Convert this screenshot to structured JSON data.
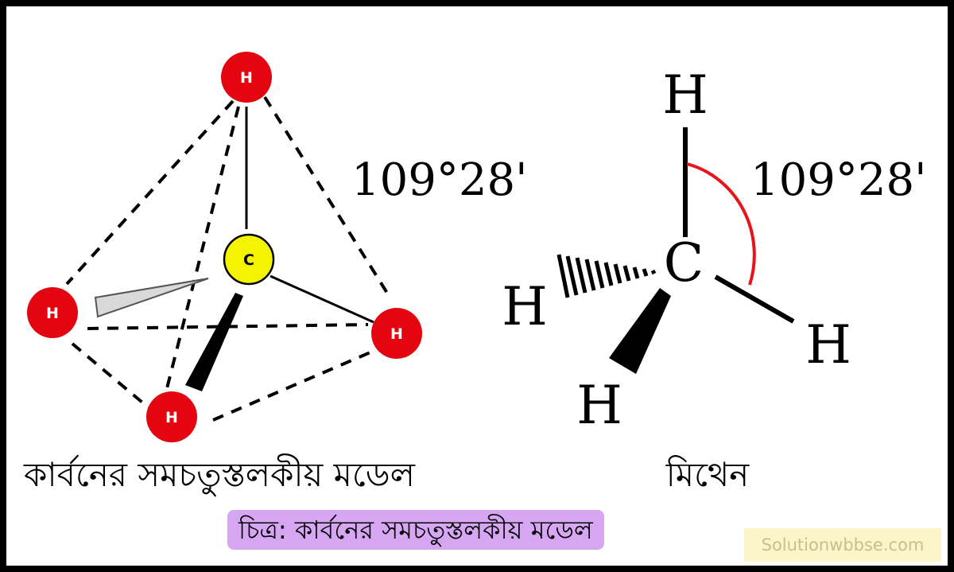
{
  "colors": {
    "hydrogen_fill": "#e30611",
    "carbon_fill": "#f4f400",
    "angle_arc": "#e8141a",
    "label_background": "#d7a6f3",
    "watermark_background": "#fbf5c9",
    "watermark_text": "#c8bf8e"
  },
  "model_3d": {
    "hydrogen_atom_label": "H",
    "carbon_atom_label": "C",
    "angle_label": "109°28'",
    "caption": "কার্বনের সমচতুস্তলকীয় মডেল"
  },
  "structural_formula": {
    "top_hydrogen": "H",
    "left_hydrogen": "H",
    "right_hydrogen": "H",
    "bottom_hydrogen": "H",
    "carbon": "C",
    "angle_label": "109°28'",
    "caption": "মিথেন"
  },
  "figure_label": "চিত্র: কার্বনের সমচতুস্তলকীয় মডেল",
  "watermark": "Solutionwbbse.com"
}
